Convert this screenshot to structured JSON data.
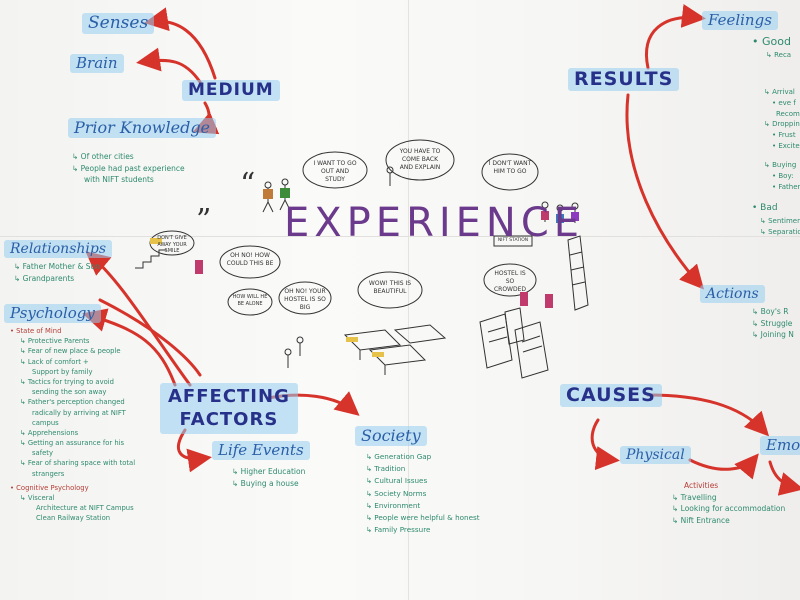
{
  "colors": {
    "arrow": "#d6332b",
    "header": "#27318a",
    "highlight": "#96cdf0",
    "note_green": "#2e8a6e",
    "note_red": "#b63d36",
    "title": "#6b3a8c"
  },
  "center": {
    "title": "EXPERIENCE",
    "quote_open": "“",
    "quote_close": "”"
  },
  "branches": {
    "medium": {
      "label": "MEDIUM",
      "children": [
        "Senses",
        "Brain",
        "Prior Knowledge"
      ]
    },
    "results": {
      "label": "RESULTS",
      "children": [
        "Feelings",
        "Actions"
      ]
    },
    "affecting": {
      "label_line1": "AFFECTING",
      "label_line2": "FACTORS",
      "children": [
        "Relationships",
        "Psychology",
        "Life Events",
        "Society"
      ]
    },
    "causes": {
      "label": "CAUSES",
      "children": [
        "Physical",
        "Emoti"
      ]
    }
  },
  "notes": {
    "prior_knowledge": [
      "↳ Of other cities",
      "↳ People had past experience",
      "with NIFT students"
    ],
    "relationships": [
      "↳ Father Mother & Son",
      "↳ Grandparents"
    ],
    "psychology": [
      "• State of Mind",
      "↳ Protective Parents",
      "↳ Fear of new place & people",
      "↳ Lack of comfort +",
      "Support by family",
      "↳ Tactics for trying to avoid",
      "sending the son away",
      "↳ Father's perception changed",
      "radically by arriving at NIFT",
      "campus",
      "↳ Apprehensions",
      "↳ Getting an assurance for his",
      "safety",
      "↳ Fear of sharing space with total",
      "strangers",
      "• Cognitive Psychology",
      "↳ Visceral",
      "Architecture at NIFT Campus",
      "Clean Railway Station"
    ],
    "life_events": [
      "↳ Higher Education",
      "↳ Buying a house"
    ],
    "society": [
      "↳ Generation Gap",
      "↳ Tradition",
      "↳ Cultural Issues",
      "↳ Society Norms",
      "↳ Environment",
      "↳ People were helpful & honest",
      "↳ Family Pressure"
    ],
    "feelings": [
      "• Good",
      "↳ Reca",
      "↳ Arrival",
      "• eve f",
      "Recomn",
      "↳ Dropping",
      "• Frust",
      "• Excite",
      "↳ Buying",
      "• Boy:",
      "• Father",
      "• Bad",
      "↳ Sentimental",
      "↳ Separation"
    ],
    "actions": [
      "↳ Boy's R",
      "↳ Struggle",
      "↳ Joining N"
    ],
    "physical": [
      "Activities",
      "↳ Travelling",
      "↳ Looking for accommodation",
      "↳ Nift Entrance"
    ]
  },
  "sketch": {
    "bubble1": "I WANT TO GO OUT AND STUDY",
    "bubble2": "YOU HAVE TO COME BACK AND EXPLAIN",
    "bubble3": "I DON'T WANT HIM TO GO",
    "bubble4": "DON'T GIVE AWAY YOUR SMILE",
    "bubble5": "OH NO! HOW COULD THIS BE",
    "bubble6": "HOW WILL HE BE ALONE",
    "bubble7": "OH NO! YOUR HOSTEL IS SO BIG",
    "bubble8": "WOW! THIS IS BEAUTIFUL",
    "bubble9": "HOSTEL IS SO CROWDED",
    "sign": "NIFT STATION"
  }
}
